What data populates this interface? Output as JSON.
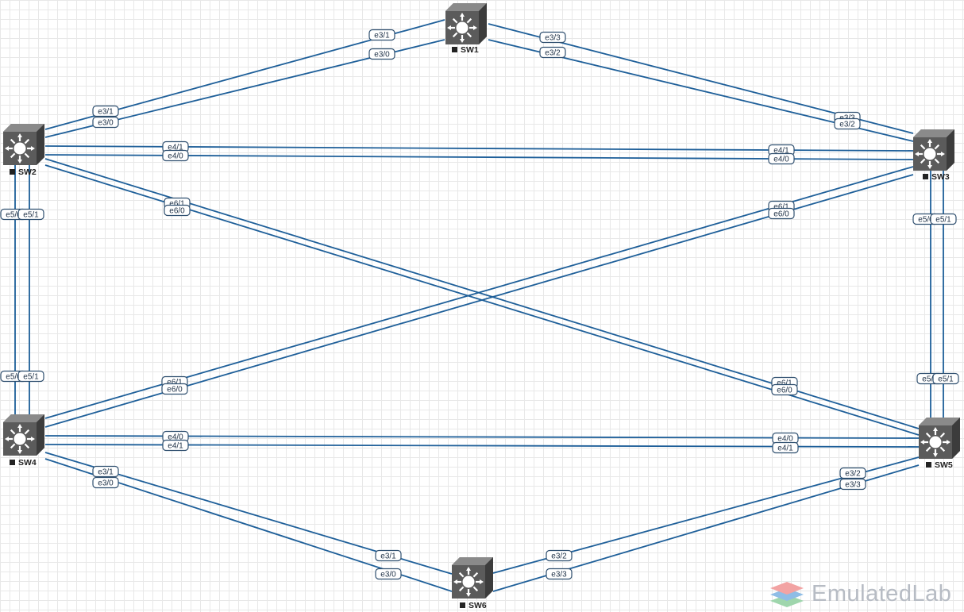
{
  "brand": {
    "name": "EmulatedLab"
  },
  "switches": [
    {
      "id": "SW1",
      "label": "SW1",
      "icon": "layer3-switch-icon"
    },
    {
      "id": "SW2",
      "label": "SW2",
      "icon": "layer3-switch-icon"
    },
    {
      "id": "SW3",
      "label": "SW3",
      "icon": "layer3-switch-icon"
    },
    {
      "id": "SW4",
      "label": "SW4",
      "icon": "layer3-switch-icon"
    },
    {
      "id": "SW5",
      "label": "SW5",
      "icon": "layer3-switch-icon"
    },
    {
      "id": "SW6",
      "label": "SW6",
      "icon": "layer3-switch-icon"
    }
  ],
  "links": [
    {
      "a": "SW1",
      "a_port": "e3/1",
      "b": "SW2",
      "b_port": "e3/1"
    },
    {
      "a": "SW1",
      "a_port": "e3/0",
      "b": "SW2",
      "b_port": "e3/0"
    },
    {
      "a": "SW1",
      "a_port": "e3/3",
      "b": "SW3",
      "b_port": "e3/3"
    },
    {
      "a": "SW1",
      "a_port": "e3/2",
      "b": "SW3",
      "b_port": "e3/2"
    },
    {
      "a": "SW2",
      "a_port": "e4/1",
      "b": "SW3",
      "b_port": "e4/1"
    },
    {
      "a": "SW2",
      "a_port": "e4/0",
      "b": "SW3",
      "b_port": "e4/0"
    },
    {
      "a": "SW2",
      "a_port": "e6/1",
      "b": "SW5",
      "b_port": "e6/1"
    },
    {
      "a": "SW2",
      "a_port": "e6/0",
      "b": "SW5",
      "b_port": "e6/0"
    },
    {
      "a": "SW3",
      "a_port": "e6/1",
      "b": "SW4",
      "b_port": "e6/1"
    },
    {
      "a": "SW3",
      "a_port": "e6/0",
      "b": "SW4",
      "b_port": "e6/0"
    },
    {
      "a": "SW2",
      "a_port": "e5/0",
      "b": "SW4",
      "b_port": "e5/0"
    },
    {
      "a": "SW2",
      "a_port": "e5/1",
      "b": "SW4",
      "b_port": "e5/1"
    },
    {
      "a": "SW3",
      "a_port": "e5/0",
      "b": "SW5",
      "b_port": "e5/0"
    },
    {
      "a": "SW3",
      "a_port": "e5/1",
      "b": "SW5",
      "b_port": "e5/1"
    },
    {
      "a": "SW4",
      "a_port": "e4/0",
      "b": "SW5",
      "b_port": "e4/0"
    },
    {
      "a": "SW4",
      "a_port": "e4/1",
      "b": "SW5",
      "b_port": "e4/1"
    },
    {
      "a": "SW4",
      "a_port": "e3/1",
      "b": "SW6",
      "b_port": "e3/1"
    },
    {
      "a": "SW4",
      "a_port": "e3/0",
      "b": "SW6",
      "b_port": "e3/0"
    },
    {
      "a": "SW5",
      "a_port": "e3/2",
      "b": "SW6",
      "b_port": "e3/2"
    },
    {
      "a": "SW5",
      "a_port": "e3/3",
      "b": "SW6",
      "b_port": "e3/3"
    }
  ]
}
